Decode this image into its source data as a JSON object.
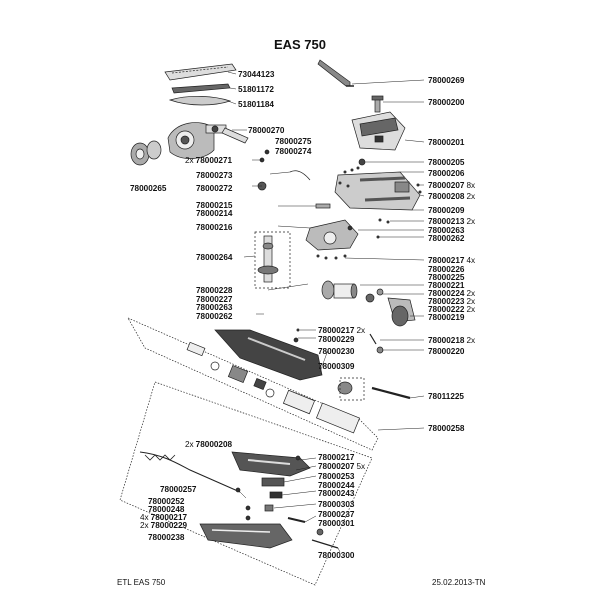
{
  "title": "EAS 750",
  "footer": {
    "left": "ETL EAS 750",
    "right": "25.02.2013-TN"
  },
  "labels": [
    {
      "id": "73044123",
      "pre": "",
      "suf": ""
    },
    {
      "id": "51801172",
      "pre": "",
      "suf": ""
    },
    {
      "id": "51801184",
      "pre": "",
      "suf": ""
    },
    {
      "id": "78000270",
      "pre": "",
      "suf": ""
    },
    {
      "id": "78000275",
      "pre": "",
      "suf": ""
    },
    {
      "id": "78000274",
      "pre": "",
      "suf": ""
    },
    {
      "id": "78000271",
      "pre": "2x",
      "suf": ""
    },
    {
      "id": "78000273",
      "pre": "",
      "suf": ""
    },
    {
      "id": "78000272",
      "pre": "",
      "suf": ""
    },
    {
      "id": "78000265",
      "pre": "",
      "suf": ""
    },
    {
      "id": "78000269",
      "pre": "",
      "suf": ""
    },
    {
      "id": "78000200",
      "pre": "",
      "suf": ""
    },
    {
      "id": "78000201",
      "pre": "",
      "suf": ""
    },
    {
      "id": "78000205",
      "pre": "",
      "suf": ""
    },
    {
      "id": "78000206",
      "pre": "",
      "suf": ""
    },
    {
      "id": "78000207",
      "pre": "",
      "suf": "8x"
    },
    {
      "id": "78000208",
      "pre": "",
      "suf": "2x"
    },
    {
      "id": "78000209",
      "pre": "",
      "suf": ""
    },
    {
      "id": "78000213",
      "pre": "",
      "suf": "2x"
    },
    {
      "id": "78000263",
      "pre": "",
      "suf": ""
    },
    {
      "id": "78000262",
      "pre": "",
      "suf": ""
    },
    {
      "id": "78000215",
      "pre": "",
      "suf": ""
    },
    {
      "id": "78000214",
      "pre": "",
      "suf": ""
    },
    {
      "id": "78000216",
      "pre": "",
      "suf": ""
    },
    {
      "id": "78000264",
      "pre": "",
      "suf": ""
    },
    {
      "id": "78000217",
      "pre": "",
      "suf": "4x"
    },
    {
      "id": "78000226",
      "pre": "",
      "suf": ""
    },
    {
      "id": "78000225",
      "pre": "",
      "suf": ""
    },
    {
      "id": "78000221",
      "pre": "",
      "suf": ""
    },
    {
      "id": "78000224",
      "pre": "",
      "suf": "2x"
    },
    {
      "id": "78000223",
      "pre": "",
      "suf": "2x"
    },
    {
      "id": "78000222",
      "pre": "",
      "suf": "2x"
    },
    {
      "id": "78000219",
      "pre": "",
      "suf": ""
    },
    {
      "id": "78000228",
      "pre": "",
      "suf": ""
    },
    {
      "id": "78000227",
      "pre": "",
      "suf": ""
    },
    {
      "id": "78000263",
      "pre": "",
      "suf": ""
    },
    {
      "id": "78000262",
      "pre": "",
      "suf": ""
    },
    {
      "id": "78000217",
      "pre": "",
      "suf": "2x"
    },
    {
      "id": "78000229",
      "pre": "",
      "suf": ""
    },
    {
      "id": "78000230",
      "pre": "",
      "suf": ""
    },
    {
      "id": "78000218",
      "pre": "",
      "suf": "2x"
    },
    {
      "id": "78000220",
      "pre": "",
      "suf": ""
    },
    {
      "id": "78000309",
      "pre": "",
      "suf": ""
    },
    {
      "id": "78011225",
      "pre": "",
      "suf": ""
    },
    {
      "id": "78000258",
      "pre": "",
      "suf": ""
    },
    {
      "id": "78000208",
      "pre": "2x",
      "suf": ""
    },
    {
      "id": "78000217",
      "pre": "",
      "suf": ""
    },
    {
      "id": "78000207",
      "pre": "",
      "suf": "5x"
    },
    {
      "id": "78000253",
      "pre": "",
      "suf": ""
    },
    {
      "id": "78000244",
      "pre": "",
      "suf": ""
    },
    {
      "id": "78000243",
      "pre": "",
      "suf": ""
    },
    {
      "id": "78000257",
      "pre": "",
      "suf": ""
    },
    {
      "id": "78000303",
      "pre": "",
      "suf": ""
    },
    {
      "id": "78000252",
      "pre": "",
      "suf": ""
    },
    {
      "id": "78000248",
      "pre": "",
      "suf": ""
    },
    {
      "id": "78000217",
      "pre": "4x",
      "suf": ""
    },
    {
      "id": "78000229",
      "pre": "2x",
      "suf": ""
    },
    {
      "id": "78000237",
      "pre": "",
      "suf": ""
    },
    {
      "id": "78000301",
      "pre": "",
      "suf": ""
    },
    {
      "id": "78000238",
      "pre": "",
      "suf": ""
    },
    {
      "id": "78000300",
      "pre": "",
      "suf": ""
    }
  ]
}
